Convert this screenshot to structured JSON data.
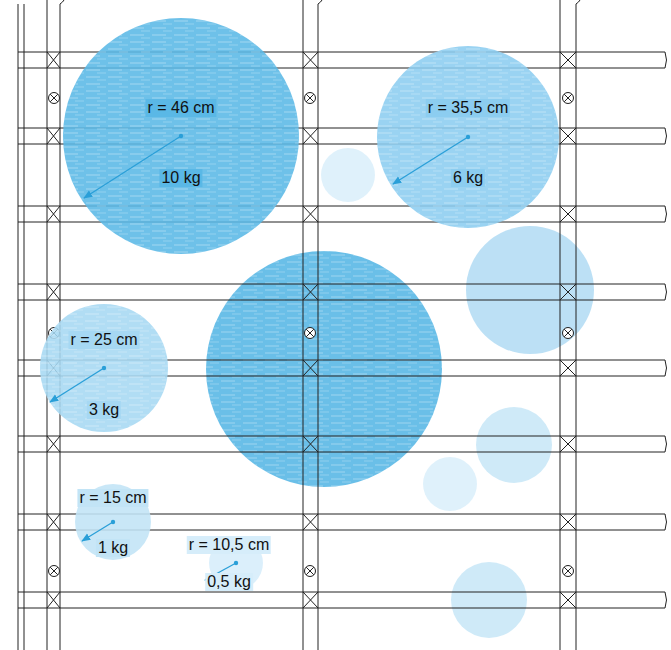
{
  "diagram": {
    "nodes": [
      {
        "text": [
          "r = 46 cm",
          "10 kg"
        ]
      },
      {
        "text": [
          "r = 35,5 cm",
          "6 kg"
        ]
      },
      {
        "text": [
          "r = 25 cm",
          "3 kg"
        ]
      },
      {
        "text": [
          "r = 15 cm",
          "1 kg"
        ]
      },
      {
        "text": [
          "r = 10,5 cm",
          "0,5 kg"
        ]
      }
    ]
  }
}
